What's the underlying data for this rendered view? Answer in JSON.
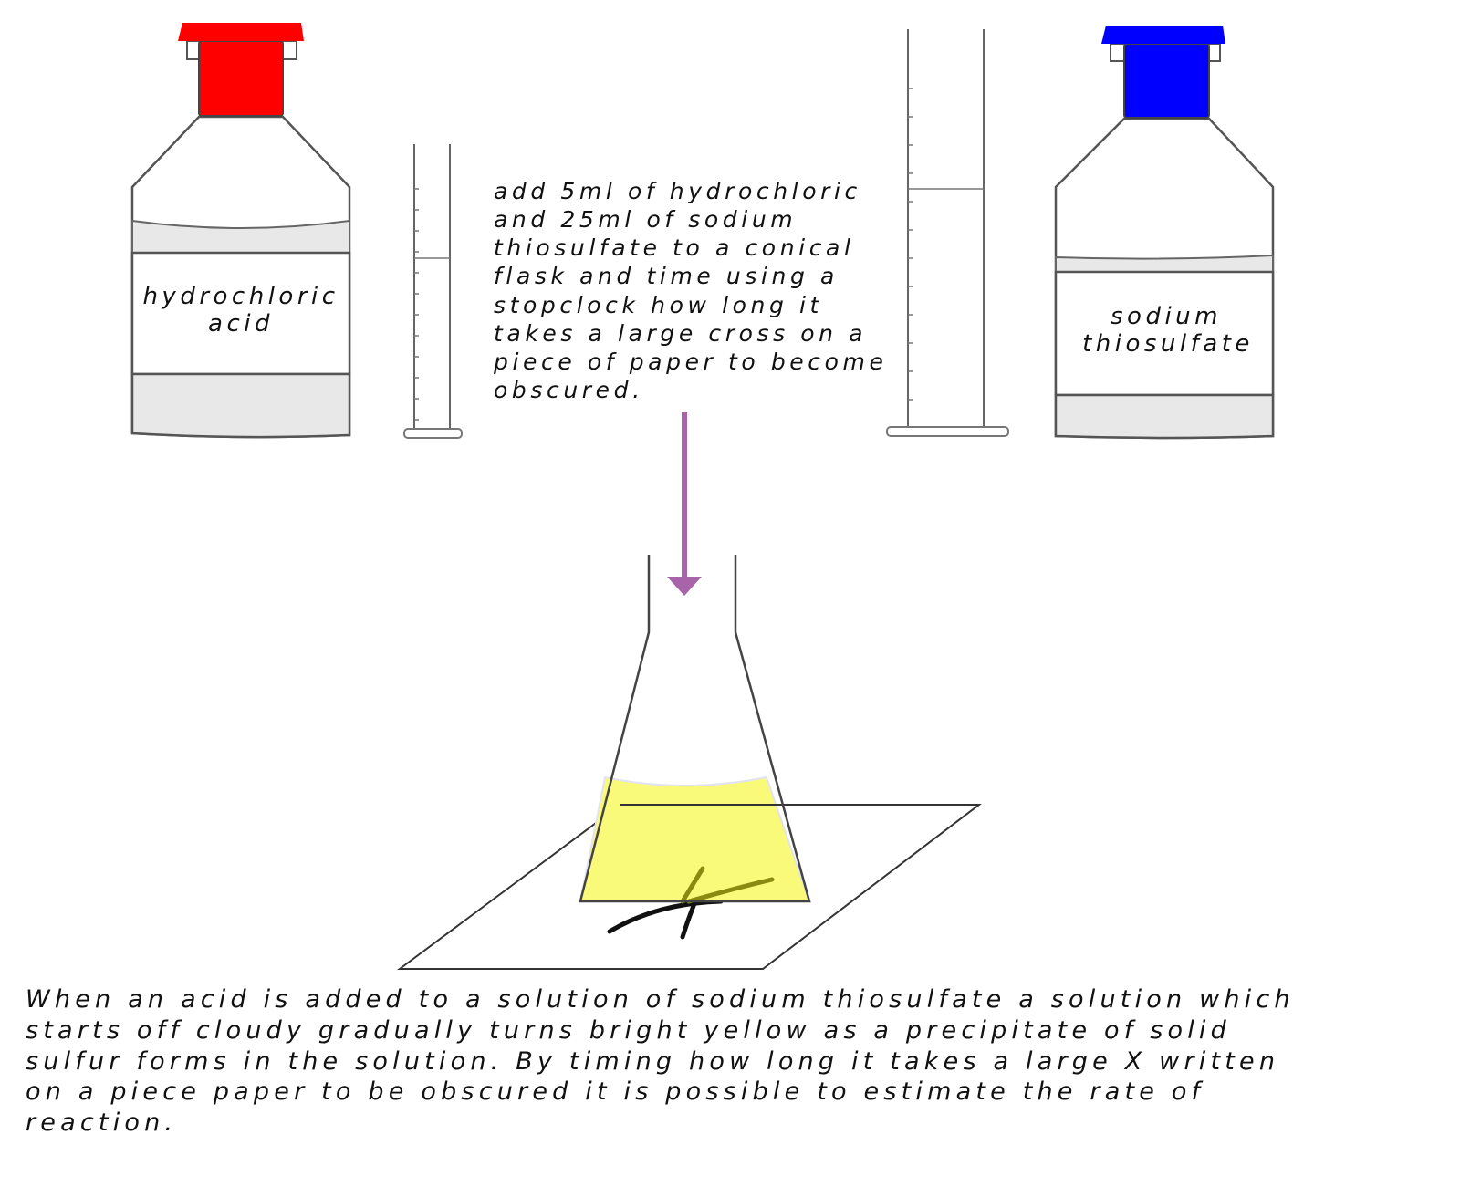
{
  "colors": {
    "acid_cap": "#ff0000",
    "thiosulfate_cap": "#0000ff",
    "arrow": "#a864a8",
    "solution": "#f9f97a",
    "liquid_gray": "#e8e8e8"
  },
  "left_bottle": {
    "label_line1": "hydrochloric",
    "label_line2": "acid"
  },
  "right_bottle": {
    "label_line1": "sodium",
    "label_line2": "thiosulfate"
  },
  "instructions": [
    "add 5ml of hydrochloric",
    "and 25ml of sodium",
    "thiosulfate to a conical",
    "flask and time using a",
    "stopclock how long it",
    "takes a large cross on a",
    "piece of paper  to become",
    "obscured."
  ],
  "description": [
    "When an acid is added to a solution of sodium thiosulfate a solution which",
    "starts off cloudy gradually turns bright yellow as a precipitate of solid",
    "sulfur forms in the solution.  By timing how long it takes a large X written",
    "on a piece paper to be obscured it is possible to estimate the rate of",
    "reaction."
  ]
}
